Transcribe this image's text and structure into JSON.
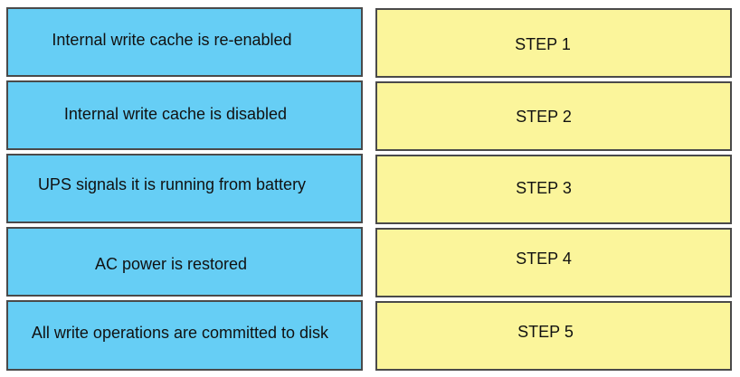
{
  "events": [
    "Internal write cache is re-enabled",
    "Internal write cache is disabled",
    "UPS signals it is running from battery",
    "AC power is restored",
    "All write operations are committed to disk"
  ],
  "steps": [
    "STEP 1",
    "STEP 2",
    "STEP 3",
    "STEP 4",
    "STEP 5"
  ],
  "colors": {
    "event_box": "#66cef5",
    "step_box": "#fbf59b",
    "border": "#4a4a4a"
  }
}
